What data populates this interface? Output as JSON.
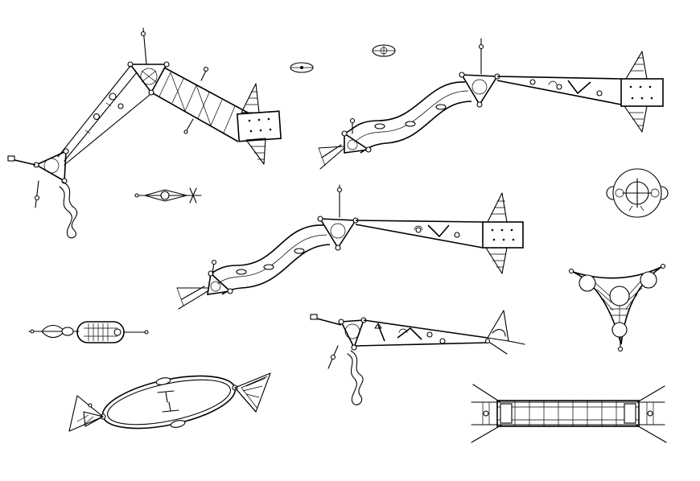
{
  "drawing": {
    "ink_color": "#000000",
    "paper_color": "#ffffff",
    "elements": [
      "rope-course-zigzag",
      "mini-target-icon-1",
      "mini-target-icon-2",
      "wave-bridge-course-top",
      "tension-anchor-small",
      "round-platform-plan",
      "wave-bridge-course-middle",
      "triangle-net-plan",
      "cable-clamp-detail",
      "rope-course-straight",
      "oval-loop-course",
      "ladder-bridge-plan"
    ]
  }
}
